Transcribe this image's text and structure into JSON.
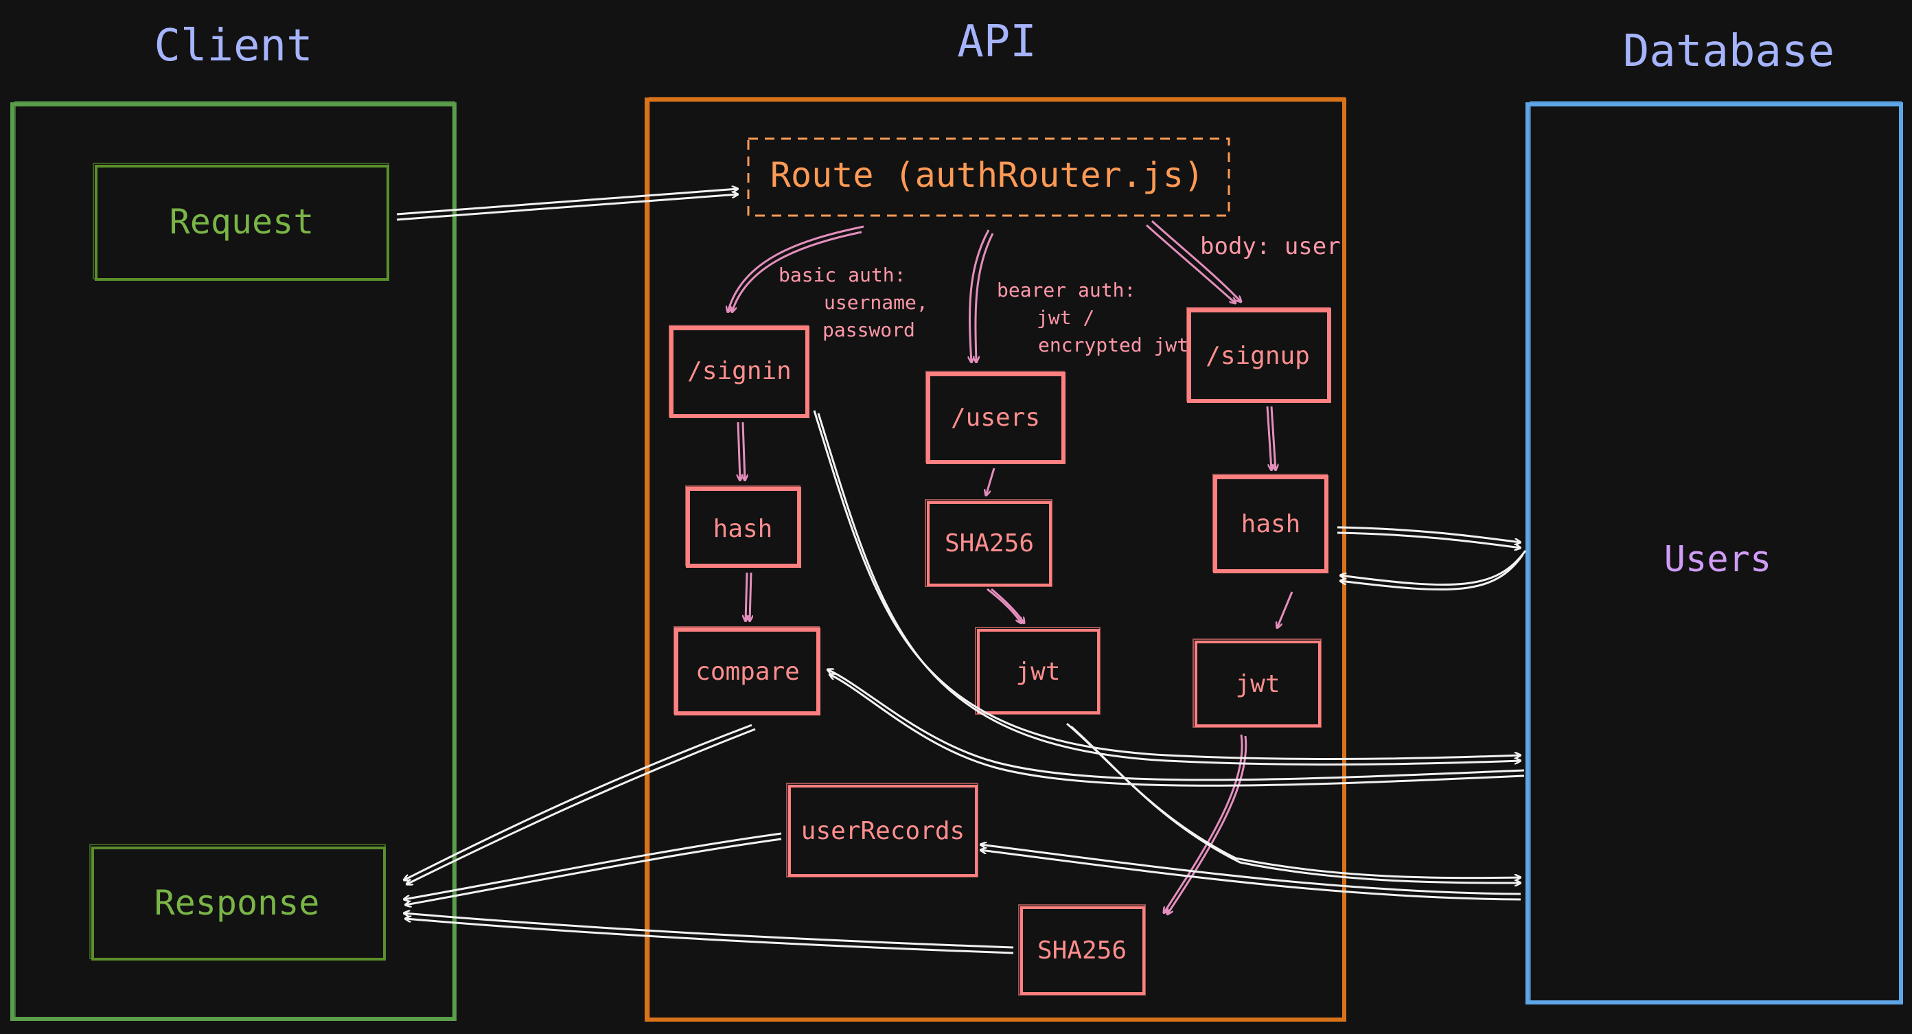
{
  "columns": {
    "client": "Client",
    "api": "API",
    "database": "Database"
  },
  "client": {
    "request": "Request",
    "response": "Response"
  },
  "api": {
    "route": "Route (authRouter.js)",
    "signin": "/signin",
    "users_route": "/users",
    "signup": "/signup",
    "hash_signin": "hash",
    "compare": "compare",
    "sha256_users": "SHA256",
    "jwt_users": "jwt",
    "hash_signup": "hash",
    "jwt_signup": "jwt",
    "user_records": "userRecords",
    "sha256_bottom": "SHA256",
    "labels": {
      "basic_auth": [
        "basic auth:",
        "username,",
        "password"
      ],
      "bearer_auth": [
        "bearer auth:",
        "jwt /",
        "encrypted jwt"
      ],
      "body_user": "body: user"
    }
  },
  "database": {
    "users": "Users"
  },
  "colors": {
    "background": "#121212",
    "client": "#5a9e4b",
    "client_text": "#7ab547",
    "api": "#d9731a",
    "route": "#ff9a55",
    "node": "#ff8080",
    "database": "#5ea6e8",
    "title": "#a5b4fc",
    "users": "#cf9cf7"
  }
}
